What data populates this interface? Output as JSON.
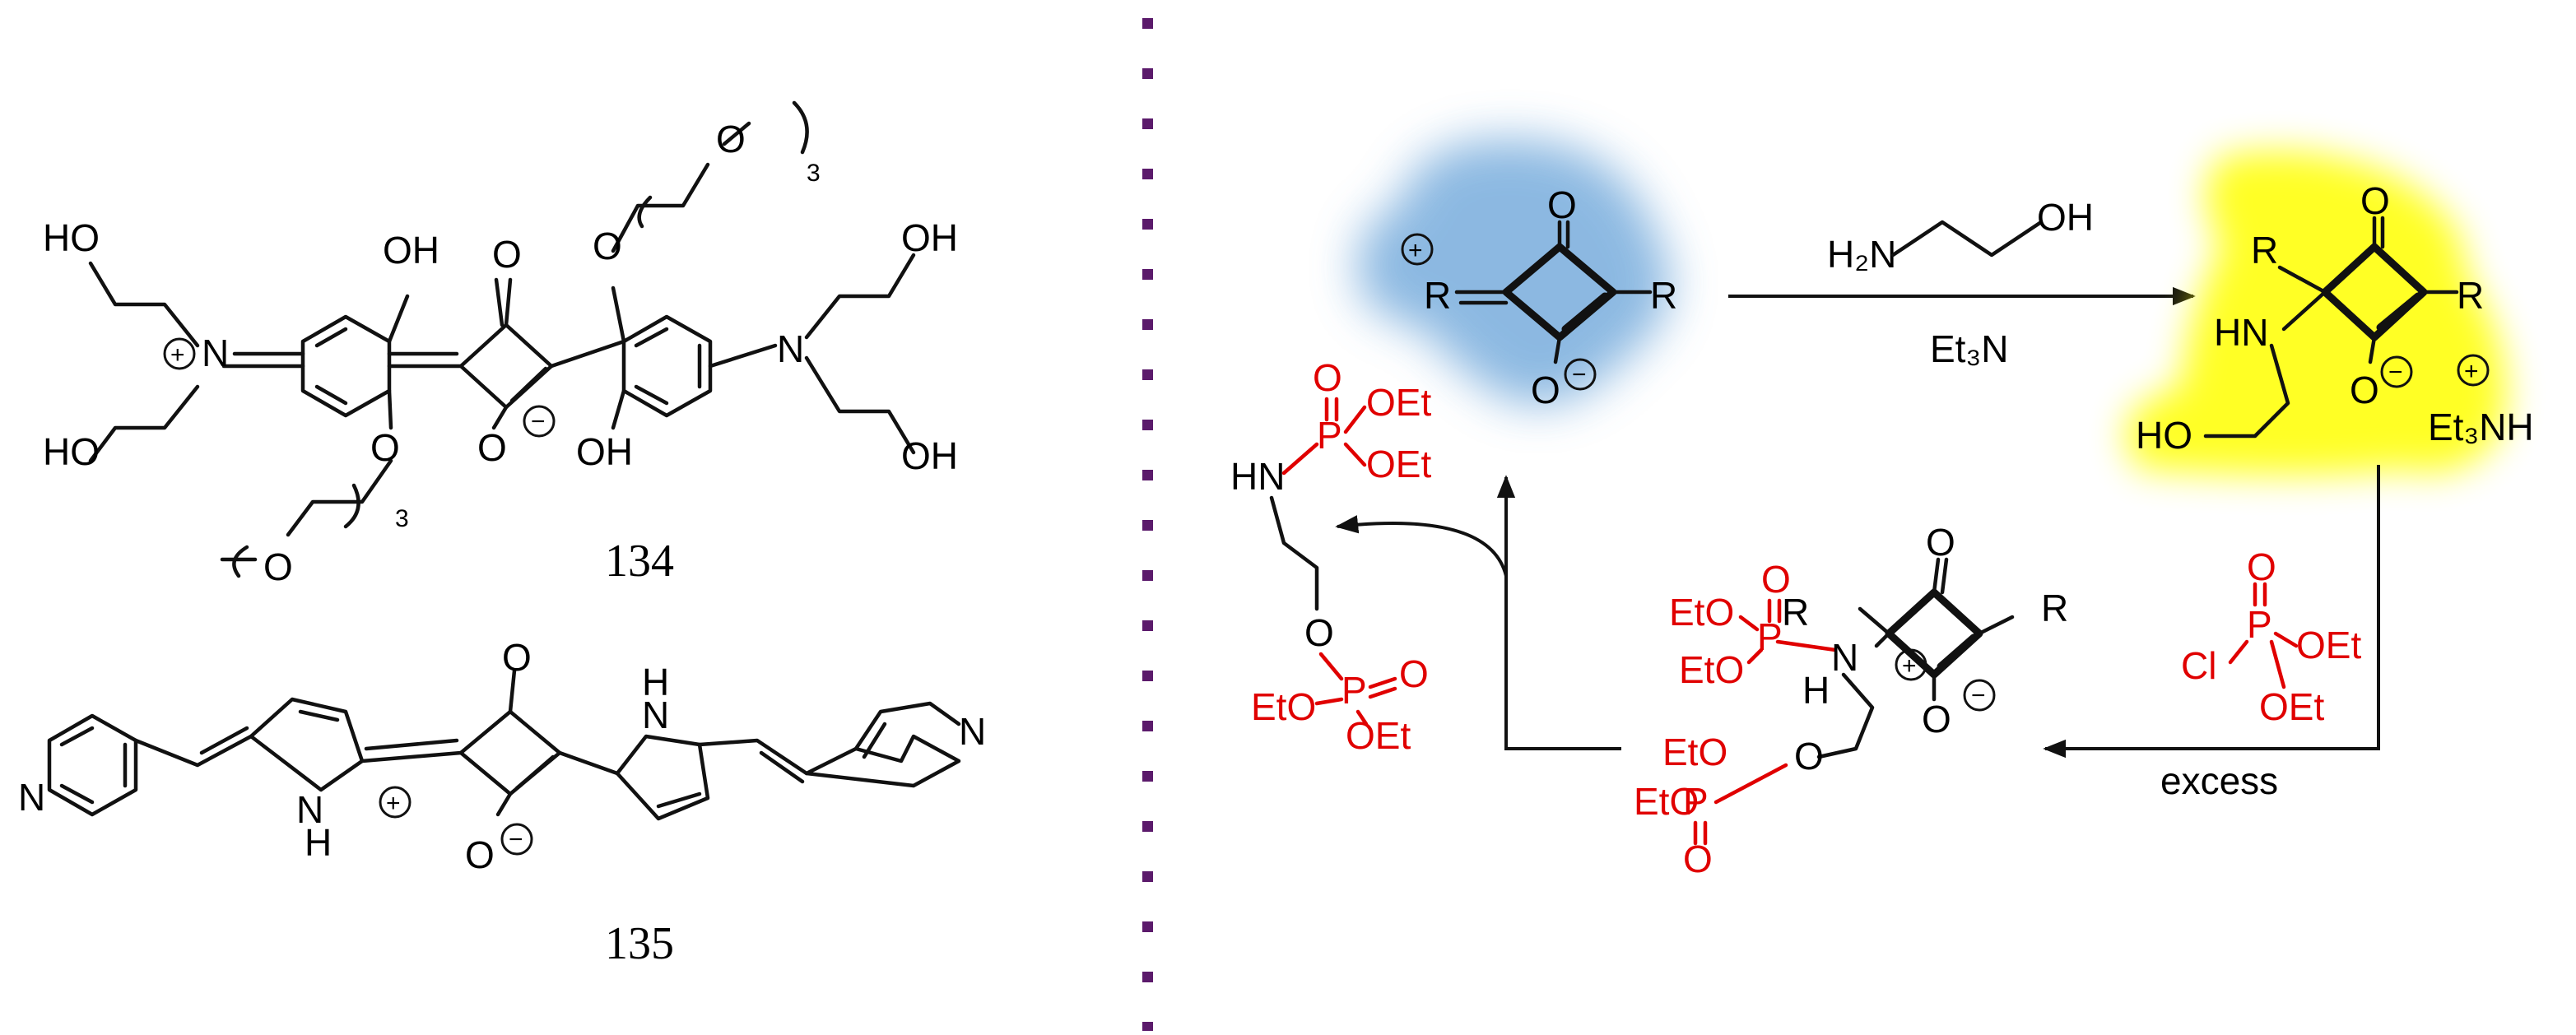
{
  "colors": {
    "red": "#e00000",
    "black": "#111111",
    "divider": "#5b1a6b",
    "blue_glow": "#5b9bd5",
    "yellow_glow": "#ffff00"
  },
  "compounds": {
    "c134": "134",
    "c135": "135"
  },
  "atoms": {
    "HO": "HO",
    "OH": "OH",
    "O": "O",
    "N": "N",
    "HN": "HN",
    "NH": "NH",
    "H": "H",
    "R": "R",
    "P": "P",
    "OEt": "OEt",
    "EtO": "EtO",
    "Cl": "Cl",
    "H2N": "H₂N",
    "Et3N": "Et₃N",
    "Et3NH": "Et₃NH",
    "plus": "+",
    "minus": "−",
    "three": "3"
  },
  "reagents": {
    "top_amine": "H₂N",
    "top_base": "Et₃N",
    "excess": "excess"
  }
}
